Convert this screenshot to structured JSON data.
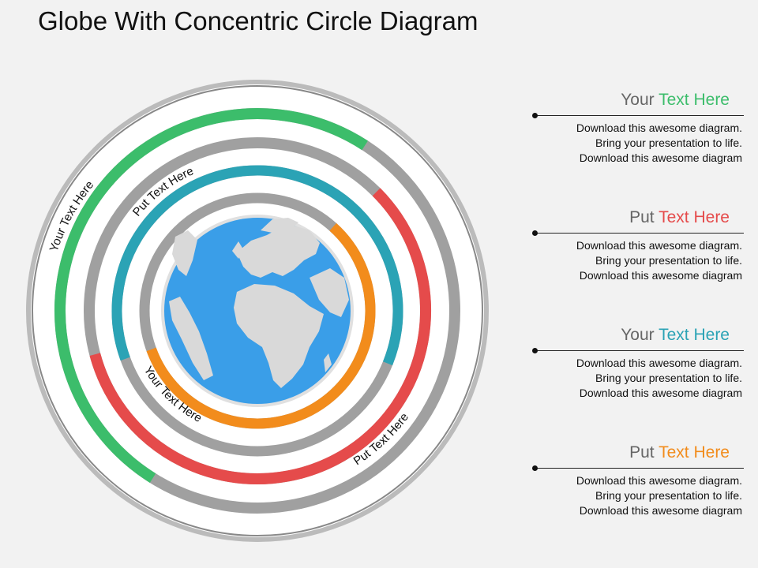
{
  "title": "Globe With Concentric Circle Diagram",
  "colors": {
    "green": "#3cbd6b",
    "red": "#e54b4b",
    "teal": "#2ba3b5",
    "orange": "#f28c1c",
    "gray": "#a0a0a0",
    "ocean": "#3a9ee8",
    "land": "#d9d9d9"
  },
  "ring_labels": {
    "outer_green": "Your Text Here",
    "inner_teal": "Put Text Here",
    "outer_red": "Put Text Here",
    "inner_orange": "Your Text Here"
  },
  "items": [
    {
      "lead": "Your",
      "accent": "Text Here",
      "color": "#3cbd6b",
      "text": "Download this awesome diagram. Bring your presentation to life. Download this awesome diagram"
    },
    {
      "lead": "Put",
      "accent": "Text Here",
      "color": "#e54b4b",
      "text": "Download this awesome diagram. Bring your presentation to life. Download this awesome diagram"
    },
    {
      "lead": "Your",
      "accent": "Text Here",
      "color": "#2ba3b5",
      "text": "Download this awesome diagram. Bring your presentation to life. Download this awesome diagram"
    },
    {
      "lead": "Put",
      "accent": "Text Here",
      "color": "#f28c1c",
      "text": "Download this awesome diagram. Bring your presentation to life. Download this awesome diagram"
    }
  ]
}
